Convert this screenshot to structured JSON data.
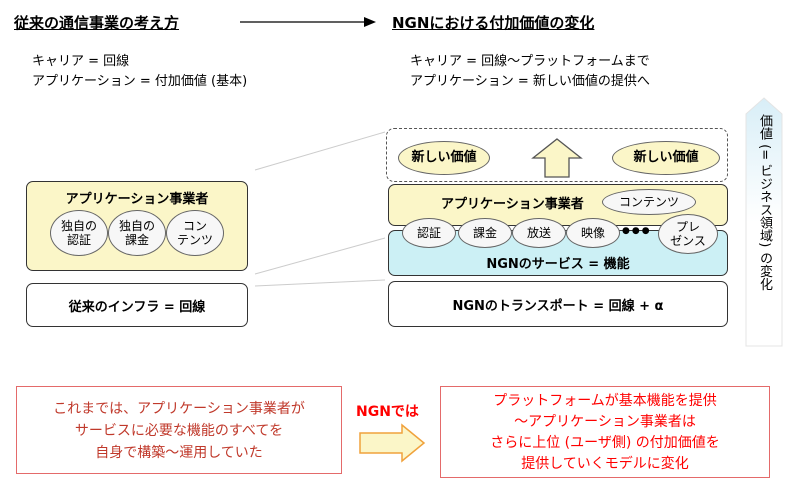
{
  "left": {
    "heading": "従来の通信事業の考え方",
    "lines": [
      "キャリア = 回線",
      "アプリケーション = 付加価値 (基本)"
    ],
    "app_box_title": "アプリケーション事業者",
    "app_items": [
      "独自の\n認証",
      "独自の\n課金",
      "コン\nテンツ"
    ],
    "infra_label": "従来のインフラ = 回線"
  },
  "right": {
    "heading": "NGNにおける付加価値の変化",
    "lines": [
      "キャリア = 回線～プラットフォームまで",
      "アプリケーション = 新しい価値の提供へ"
    ],
    "new_value_labels": [
      "新しい価値",
      "新しい価値"
    ],
    "app_box_title": "アプリケーション事業者",
    "contents_label": "コンテンツ",
    "service_items": [
      "認証",
      "課金",
      "放送",
      "映像",
      "●●●",
      "プレ\nゼンス"
    ],
    "service_label": "NGNのサービス = 機能",
    "transport_label": "NGNのトランスポート = 回線 + α"
  },
  "side_label": "価値 (= ビジネス領域) の変化",
  "bottom": {
    "left_text": [
      "これまでは、アプリケーション事業者が",
      "サービスに必要な機能のすべてを",
      "自身で構築～運用していた"
    ],
    "arrow_label": "NGNでは",
    "right_text": [
      "プラットフォームが基本機能を提供",
      "～アプリケーション事業者は",
      "さらに上位 (ユーザ側) の付加価値を",
      "提供していくモデルに変化"
    ]
  },
  "colors": {
    "cream": "#fbf6c8",
    "cyan": "#ccf0f5",
    "red_border": "#e46a6a",
    "red_text": "#ff0000",
    "arrow_fill": "#fbf6c8",
    "side_top": "#d8eef7"
  }
}
